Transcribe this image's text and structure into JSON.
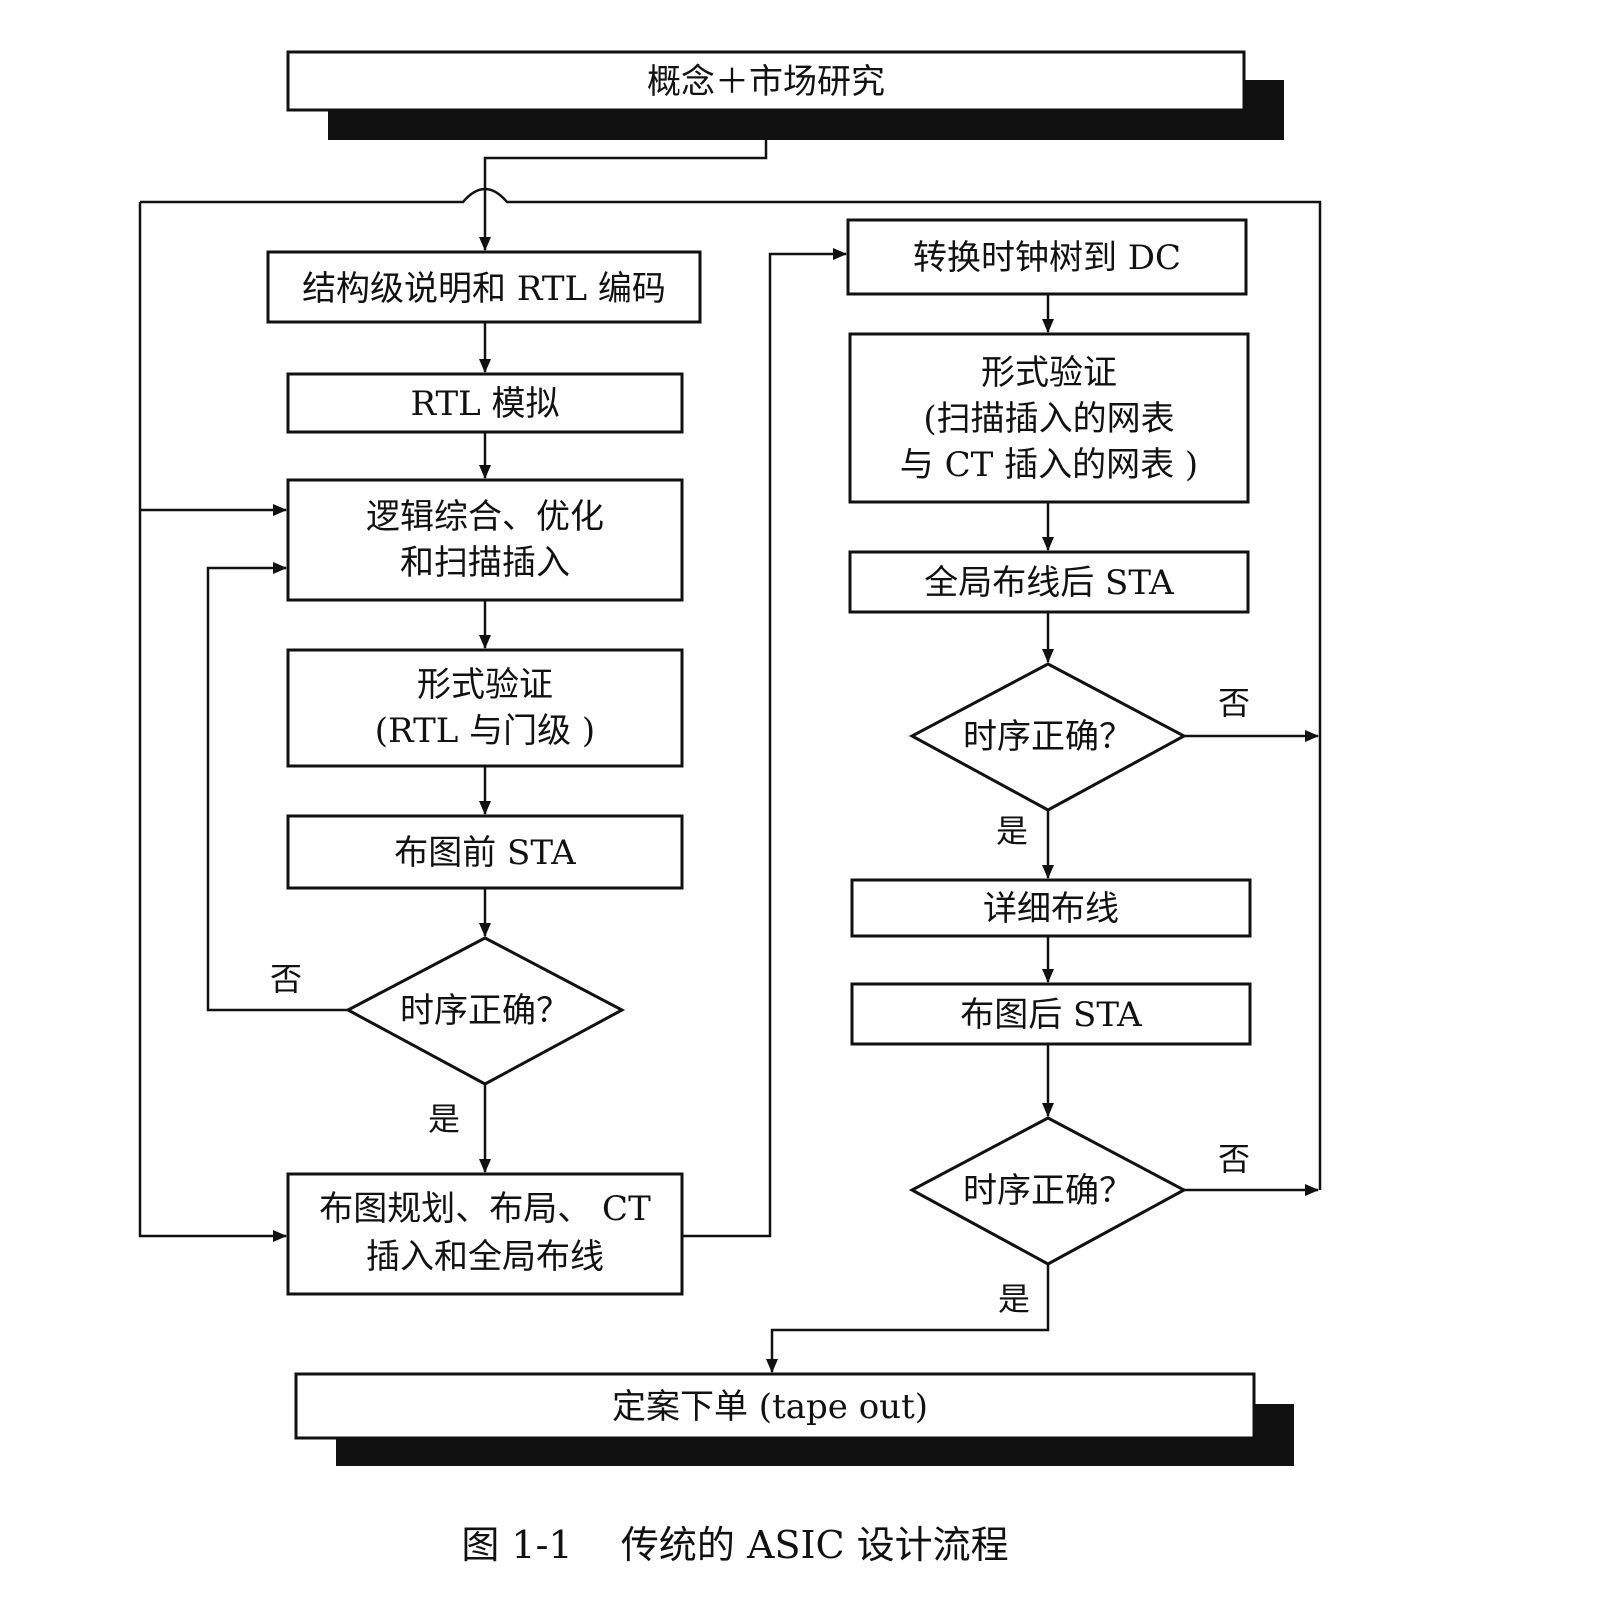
{
  "top_box": "概念＋市场研究",
  "left": {
    "rtl_coding": "结构级说明和 RTL 编码",
    "rtl_sim": "RTL 模拟",
    "synthesis": [
      "逻辑综合、优化",
      "和扫描插入"
    ],
    "formal_verify": [
      "形式验证",
      "(RTL 与门级 )"
    ],
    "pre_layout_sta": "布图前 STA",
    "timing_decision": "时序正确？",
    "floorplan": [
      "布图规划、布局、 CT",
      "插入和全局布线"
    ]
  },
  "right": {
    "transfer_ct": "转换时钟树到 DC",
    "formal_verify2": [
      "形式验证",
      "(扫描插入的网表",
      "与 CT 插入的网表 )"
    ],
    "global_route_sta": "全局布线后 STA",
    "timing_decision1": "时序正确？",
    "detail_route": "详细布线",
    "post_layout_sta": "布图后 STA",
    "timing_decision2": "时序正确？"
  },
  "labels": {
    "no": "否",
    "yes": "是"
  },
  "tapeout_box": "定案下单 (tape out)",
  "caption": "图 1-1    传统的 ASIC 设计流程"
}
